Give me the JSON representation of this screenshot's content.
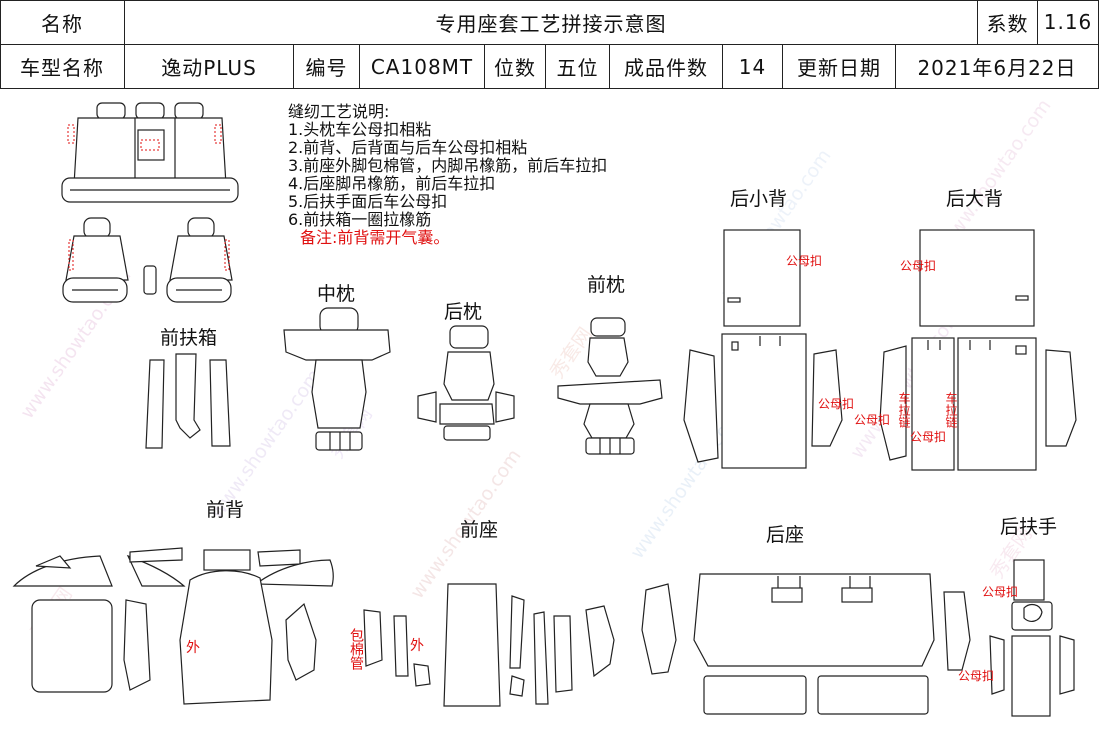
{
  "header": {
    "name_label": "名称",
    "title": "专用座套工艺拼接示意图",
    "coef_label": "系数",
    "coef_value": "1.16",
    "model_label": "车型名称",
    "model_value": "逸动PLUS",
    "code_label": "编号",
    "code_value": "CA108MT",
    "seats_label": "位数",
    "seats_value": "五位",
    "pieces_label": "成品件数",
    "pieces_value": "14",
    "update_label": "更新日期",
    "update_value": "2021年6月22日"
  },
  "notes": {
    "title": "缝纫工艺说明:",
    "items": [
      "1.头枕车公母扣相粘",
      "2.前背、后背面与后车公母扣相粘",
      "3.前座外脚包棉管，内脚吊橡筋，前后车拉扣",
      "4.后座脚吊橡筋，前后车拉扣",
      "5.后扶手面后车公母扣",
      "6.前扶箱一圈拉橡筋"
    ],
    "remark": "备注:前背需开气囊。"
  },
  "labels": {
    "rear_small_back": "后小背",
    "rear_large_back": "后大背",
    "middle_pillow": "中枕",
    "rear_pillow": "后枕",
    "front_pillow": "前枕",
    "front_armrest_box": "前扶箱",
    "front_back": "前背",
    "front_seat": "前座",
    "rear_seat": "后座",
    "rear_armrest": "后扶手"
  },
  "annotations": {
    "snap": "公母扣",
    "outer": "外",
    "cotton_tube": "包棉管",
    "zipper": "车拉链"
  },
  "watermark": {
    "cn": "秀套网",
    "url": "www.showtao.com"
  }
}
